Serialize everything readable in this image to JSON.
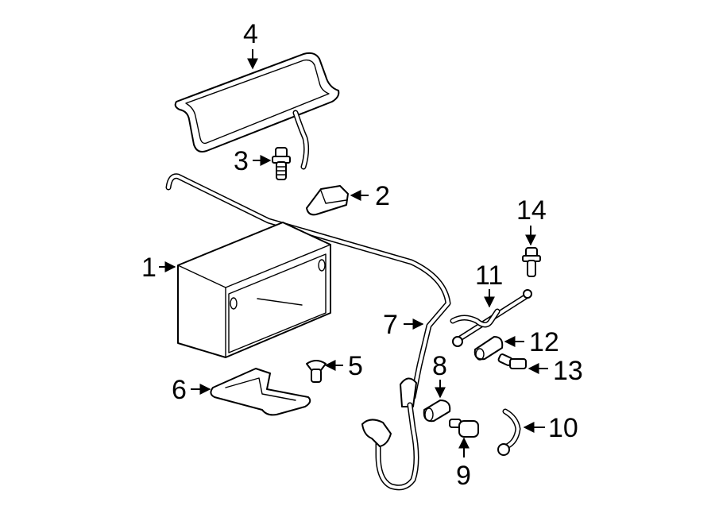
{
  "callouts": {
    "c1": "1",
    "c2": "2",
    "c3": "3",
    "c4": "4",
    "c5": "5",
    "c6": "6",
    "c7": "7",
    "c8": "8",
    "c9": "9",
    "c10": "10",
    "c11": "11",
    "c12": "12",
    "c13": "13",
    "c14": "14"
  },
  "colors": {
    "line": "#000000",
    "background": "#ffffff"
  }
}
